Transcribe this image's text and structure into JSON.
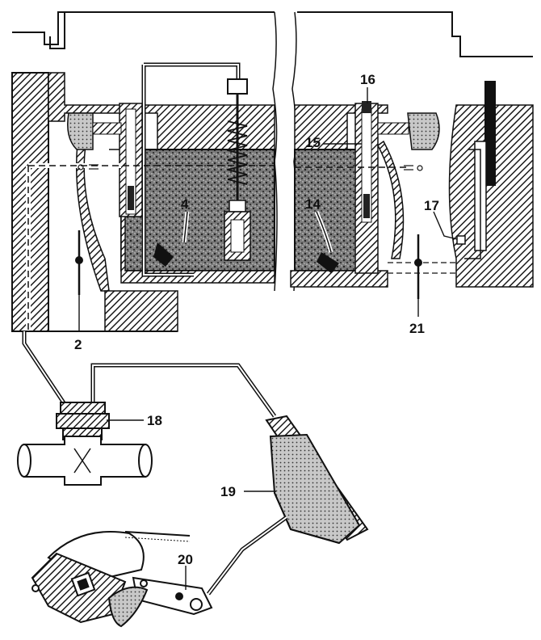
{
  "colors": {
    "ink": "#111111",
    "paper": "#ffffff",
    "hatch": "#1a1a1a",
    "fuel_speckle": "#444444"
  },
  "callouts": {
    "c2": "2",
    "c4a": "4",
    "c14": "14",
    "c15": "15",
    "c16": "16",
    "c17": "17",
    "c18": "18",
    "c19": "19",
    "c20": "20",
    "c21": "21"
  }
}
